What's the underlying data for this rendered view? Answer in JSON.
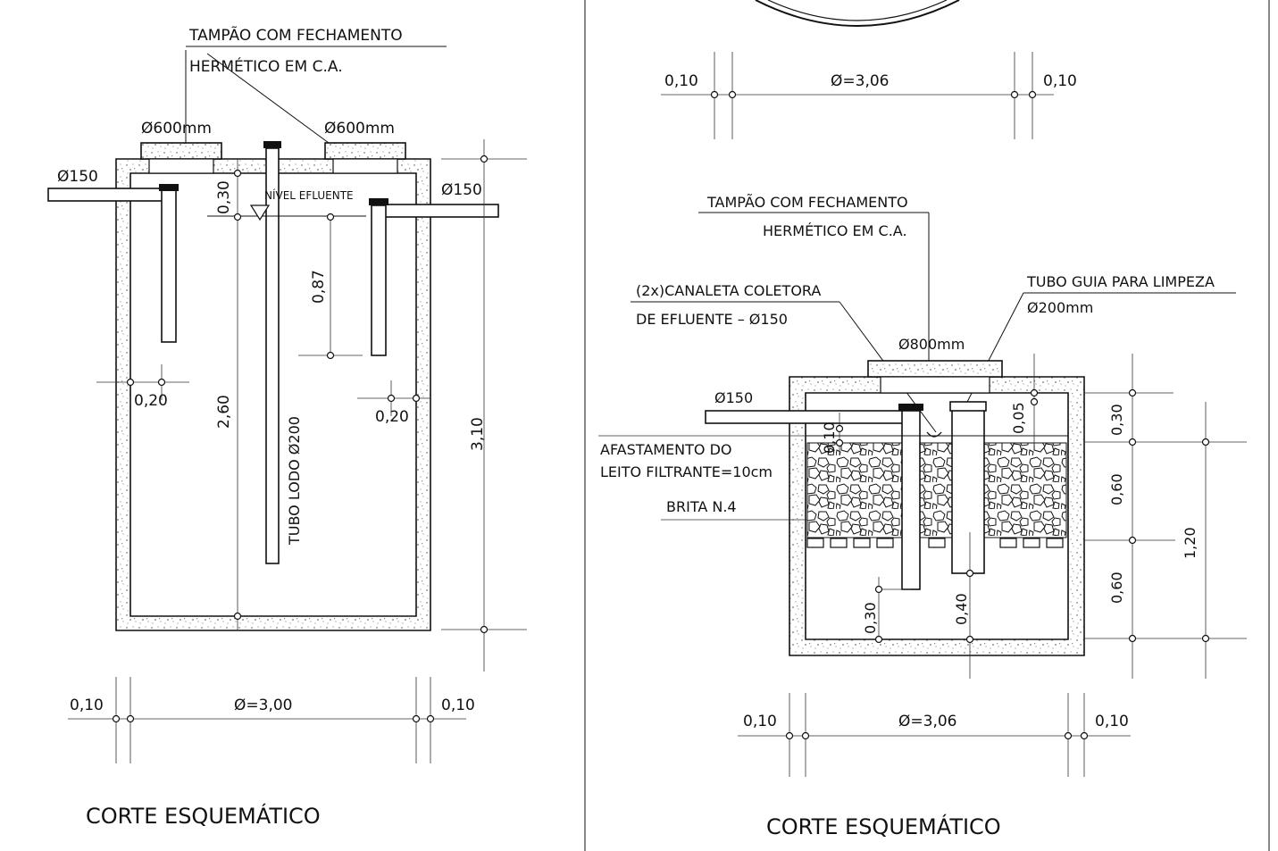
{
  "left": {
    "cover_note_line1": "TAMPÃO COM FECHAMENTO",
    "cover_note_line2": "HERMÉTICO EM C.A.",
    "lid_left": "Ø600mm",
    "lid_right": "Ø600mm",
    "inlet": "Ø150",
    "outlet": "Ø150",
    "level_label": "NÍVEL EFLUENTE",
    "dim_top_gap": "0,30",
    "dim_outlet_pipe": "0,87",
    "dim_inner_height": "2,60",
    "dim_total_height": "3,10",
    "dim_pipe_offset_left": "0,20",
    "dim_pipe_offset_right": "0,20",
    "sludge_tube": "TUBO LODO Ø200",
    "wall_left": "0,10",
    "diameter": "Ø=3,00",
    "wall_right": "0,10",
    "caption": "CORTE ESQUEMÁTICO"
  },
  "right": {
    "plan_wall_left": "0,10",
    "plan_diameter": "Ø=3,06",
    "plan_wall_right": "0,10",
    "cover_note_line1": "TAMPÃO COM FECHAMENTO",
    "cover_note_line2": "HERMÉTICO EM C.A.",
    "channel_line1": "(2x)CANALETA COLETORA",
    "channel_line2": "DE EFLUENTE – Ø150",
    "guide_tube_line1": "TUBO GUIA PARA LIMPEZA",
    "guide_tube_line2": "Ø200mm",
    "lid": "Ø800mm",
    "inlet": "Ø150",
    "spacing_line1": "AFASTAMENTO DO",
    "spacing_line2": "LEITO FILTRANTE=10cm",
    "gravel": "BRITA N.4",
    "dim_010": "0,10",
    "dim_005": "0,05",
    "dim_030_bottom": "0,30",
    "dim_040_bottom": "0,40",
    "dim_030_top": "0,30",
    "dim_060_upper": "0,60",
    "dim_060_lower": "0,60",
    "dim_120": "1,20",
    "wall_left": "0,10",
    "diameter": "Ø=3,06",
    "wall_right": "0,10",
    "caption": "CORTE ESQUEMÁTICO"
  }
}
